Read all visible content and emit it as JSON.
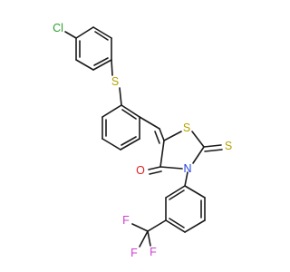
{
  "molecule": {
    "atoms": {
      "cl": {
        "text": "Cl",
        "color": "#2ca02c"
      },
      "s_thioether": {
        "text": "S",
        "color": "#b5a300"
      },
      "s_ring": {
        "text": "S",
        "color": "#b5a300"
      },
      "s_thione": {
        "text": "S",
        "color": "#b5a300"
      },
      "o_carbonyl": {
        "text": "O",
        "color": "#e02020"
      },
      "n_ring": {
        "text": "N",
        "color": "#2040e0"
      },
      "f1": {
        "text": "F",
        "color": "#d040d0"
      },
      "f2": {
        "text": "F",
        "color": "#d040d0"
      },
      "f3": {
        "text": "F",
        "color": "#d040d0"
      }
    }
  }
}
